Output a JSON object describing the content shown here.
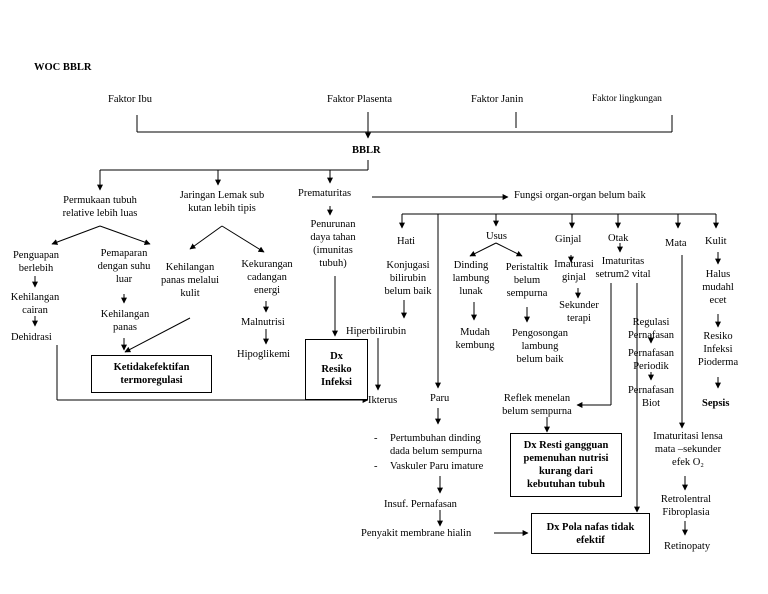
{
  "title": "WOC BBLR",
  "factors": [
    "Faktor Ibu",
    "Faktor Plasenta",
    "Faktor Janin",
    "Faktor lingkungan"
  ],
  "center": "BBLR",
  "branches": {
    "permukaan": [
      "Permukaan tubuh",
      "relative lebih luas"
    ],
    "jaringan": [
      "Jaringan Lemak sub",
      "kutan lebih tipis"
    ],
    "prematuritas": "Prematuritas",
    "fungsi": "Fungsi organ-organ belum baik"
  },
  "left": {
    "penguapan": [
      "Penguapan",
      "berlebih"
    ],
    "kehilangan_cairan": [
      "Kehilangan",
      "cairan"
    ],
    "dehidrasi": "Dehidrasi",
    "pemaparan": [
      "Pemaparan",
      "dengan suhu",
      "luar"
    ],
    "kehilangan_panas": [
      "Kehilangan",
      "panas"
    ],
    "kehilangan_kulit": [
      "Kehilangan",
      "panas melalui",
      "kulit"
    ],
    "kekurangan": [
      "Kekurangan",
      "cadangan",
      "energi"
    ],
    "malnutrisi": "Malnutrisi",
    "hipoglikemi": "Hipoglikemi",
    "dx_termo": [
      "Ketidakefektifan",
      "termoregulasi"
    ]
  },
  "middle": {
    "penurunan": [
      "Penurunan",
      "daya tahan",
      "(imunitas",
      "tubuh)"
    ],
    "dx_infeksi": [
      "Dx",
      "Resiko",
      "Infeksi"
    ],
    "hati": "Hati",
    "konjugasi": [
      "Konjugasi",
      "bilirubin",
      "belum baik"
    ],
    "hiperbilirubin": "Hiperbilirubin",
    "ikterus": "Ikterus",
    "paru": "Paru",
    "paru_items": [
      "Pertumbuhan dinding",
      "dada belum sempurna",
      "Vaskuler Paru imature"
    ],
    "insuf": "Insuf. Pernafasan",
    "penyakit": "Penyakit membrane hialin",
    "dx_pola": [
      "Dx Pola nafas tidak",
      "efektif"
    ]
  },
  "right": {
    "usus": "Usus",
    "dinding": [
      "Dinding",
      "lambung",
      "lunak"
    ],
    "mudah": [
      "Mudah",
      "kembung"
    ],
    "peristaltik": [
      "Peristaltik",
      "belum",
      "sempurna"
    ],
    "pengosongan": [
      "Pengosongan",
      "lambung",
      "belum baik"
    ],
    "refleks": [
      "Reflek menelan",
      "belum sempurna"
    ],
    "dx_nutrisi": [
      "Dx Resti gangguan",
      "pemenuhan nutrisi",
      "kurang dari",
      "kebutuhan tubuh"
    ],
    "ginjal": "Ginjal",
    "imaturasi_ginjal": [
      "Imaturasi",
      "ginjal"
    ],
    "sekunder": [
      "Sekunder",
      "terapi"
    ],
    "otak": "Otak",
    "imaturitas_setrum": [
      "Imaturitas",
      "setrum2 vital"
    ],
    "regulasi": [
      "Regulasi",
      "Pernafasan"
    ],
    "periodik": [
      "Pernafasan",
      "Periodik"
    ],
    "biot": [
      "Pernafasan",
      "Biot"
    ],
    "mata": "Mata",
    "imaturitasi_lensa": [
      "Imaturitasi lensa",
      "mata –sekunder",
      "efek O₂"
    ],
    "retrolental": [
      "Retrolentral",
      "Fibroplasia"
    ],
    "retinopaty": "Retinopaty",
    "kulit": "Kulit",
    "halus": [
      "Halus",
      "mudahl",
      "ecet"
    ],
    "resiko_infeksi": [
      "Resiko",
      "Infeksi",
      "Pioderma"
    ],
    "sepsis": "Sepsis"
  }
}
